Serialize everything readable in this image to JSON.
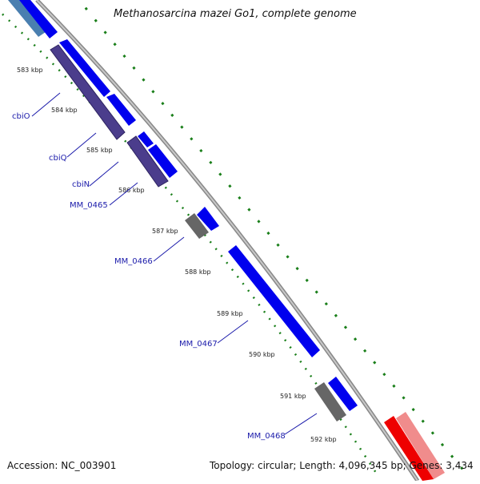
{
  "title": "Methanosarcina mazei Go1, complete genome",
  "accession": "Accession: NC_003901",
  "topology": "Topology: circular; Length: 4,096,345 bp; Genes: 3,434",
  "ticks": [
    "583 kbp",
    "584 kbp",
    "585 kbp",
    "586 kbp",
    "587 kbp",
    "588 kbp",
    "589 kbp",
    "590 kbp",
    "591 kbp",
    "592 kbp"
  ],
  "gene_labels": [
    "cbiO",
    "cbiQ",
    "cbiN",
    "MM_0465",
    "MM_0466",
    "MM_0467",
    "MM_0468"
  ],
  "colors": {
    "forward_gene": "#0000ee",
    "reverse_gene": "#4b3d8c",
    "hypothetical_gene": "#666666",
    "rna_gene": "#ee0000",
    "rna_gene_light": "#f08c8c",
    "gc_track": "#1a7f1a",
    "backbone": "#9a9a9a",
    "label": "#1a1aaa"
  }
}
